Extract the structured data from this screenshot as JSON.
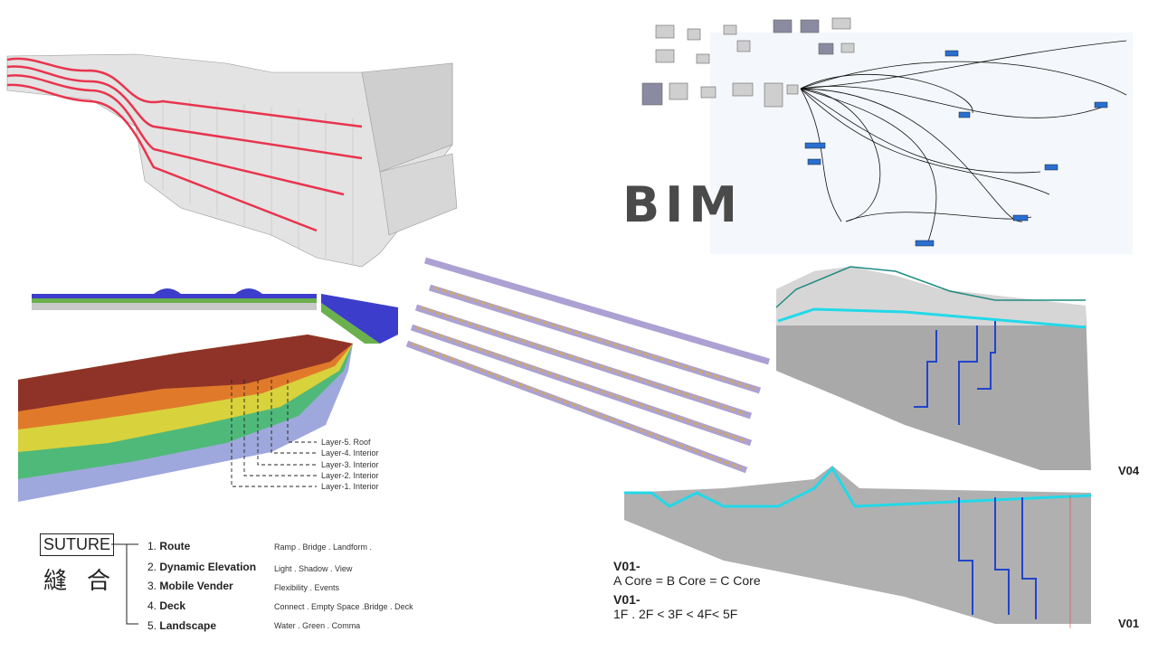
{
  "bim_title": "BIM",
  "layers": [
    "Layer-5. Roof",
    "Layer-4. Interior",
    "Layer-3. Interior",
    "Layer-2. Interior",
    "Layer-1. Interior"
  ],
  "concept": {
    "title": "SUTURE",
    "title_cjk": "縫合",
    "items": [
      {
        "num": "1.",
        "label": "Route",
        "desc": "Ramp . Bridge . Landform ."
      },
      {
        "num": "2.",
        "label": "Dynamic  Elevation",
        "desc": "Light . Shadow . View"
      },
      {
        "num": "3.",
        "label": "Mobile  Vender",
        "desc": "Flexibility . Events"
      },
      {
        "num": "4.",
        "label": "Deck",
        "desc": "Connect . Empty Space .Bridge  . Deck"
      },
      {
        "num": "5.",
        "label": "Landscape",
        "desc": "Water . Green . Comma"
      }
    ]
  },
  "versions": {
    "v1_title": "V01-",
    "v1_text": "A Core = B Core = C Core",
    "v2_title": "V01-",
    "v2_text": "1F . 2F < 3F < 4F< 5F",
    "label_v04": "V04",
    "label_v01": "V01"
  }
}
